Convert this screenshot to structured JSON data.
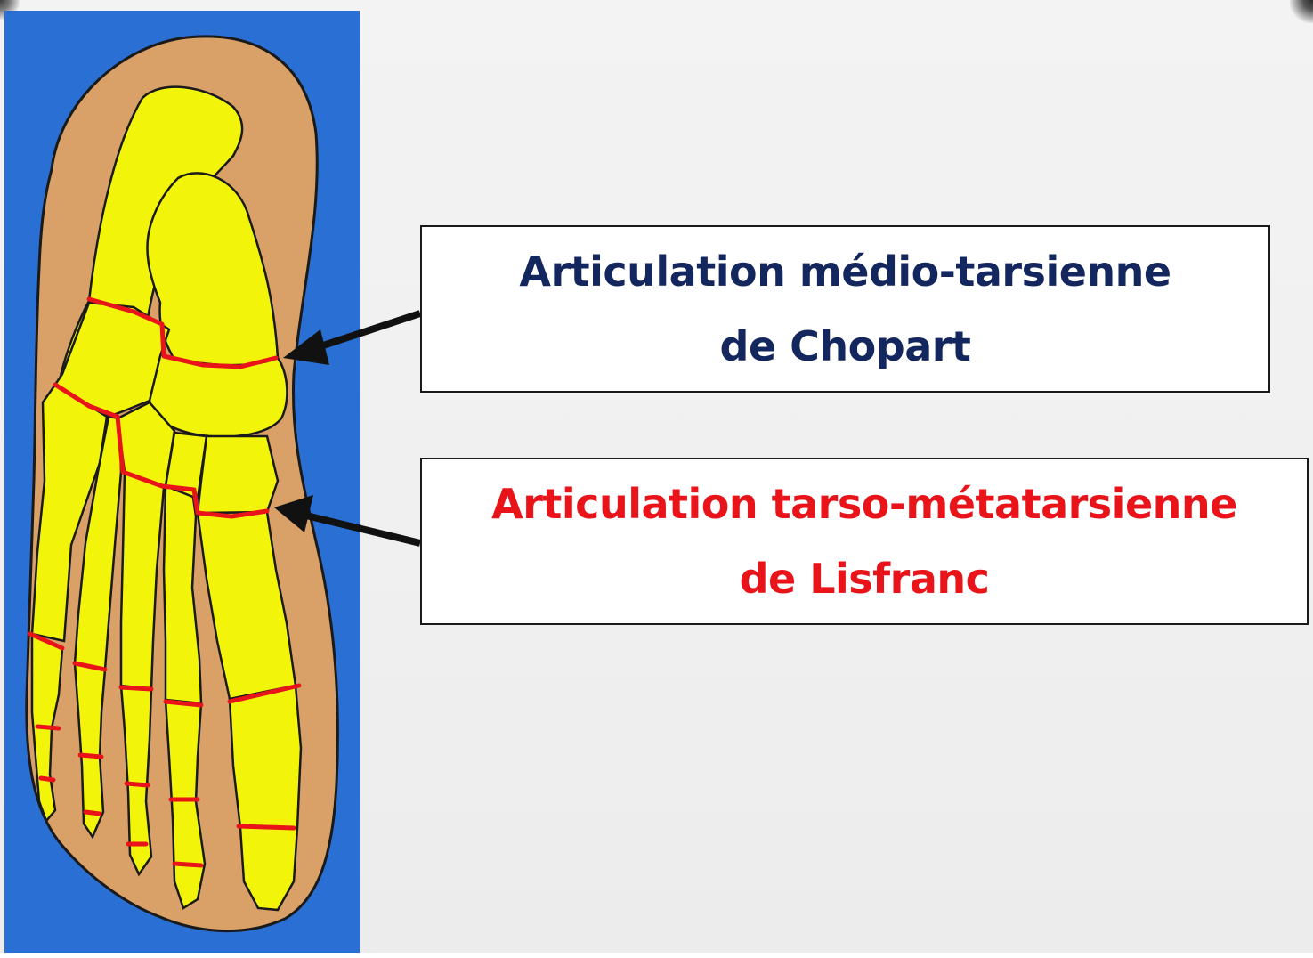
{
  "labels": {
    "chopart": {
      "line1": "Articulation médio-tarsienne",
      "line2": "de Chopart",
      "color": "#13265e"
    },
    "lisfranc": {
      "line1": "Articulation tarso-métatarsienne",
      "line2": "de Lisfranc",
      "color": "#e8141a"
    }
  },
  "colors": {
    "background": "#f1f1f1",
    "panel": "#2a6fd3",
    "skin": "#d9a068",
    "bone": "#f2f50a",
    "joint_line": "#e8141a",
    "outline": "#1a1a1a"
  }
}
